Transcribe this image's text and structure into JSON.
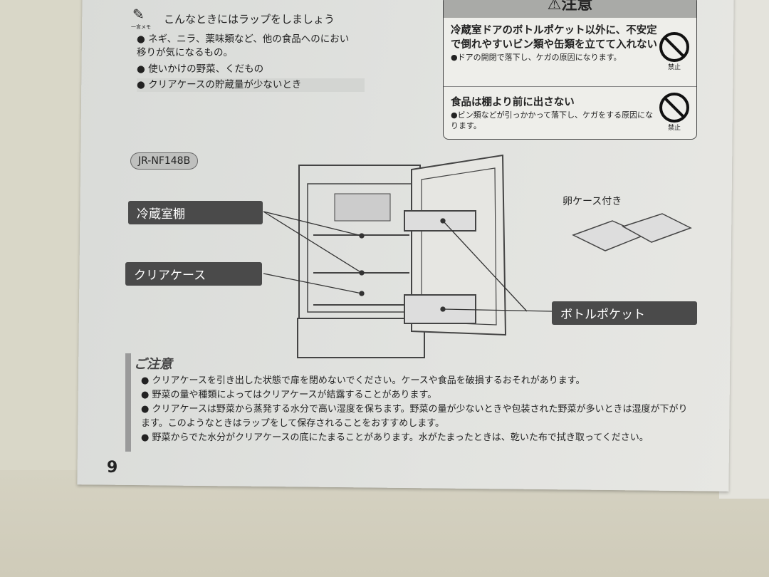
{
  "memo": {
    "caption": "一言メモ",
    "title": "こんなときにはラップをしましょう",
    "items": [
      "ネギ、ニラ、薬味類など、他の食品へのにおい移りが気になるもの。",
      "使いかけの野菜、くだもの",
      "クリアケースの貯蔵量が少ないとき"
    ]
  },
  "warning": {
    "header": "注意",
    "items": [
      {
        "title": "冷蔵室ドアのボトルポケット以外に、不安定で倒れやすいビン類や缶類を立てて入れない",
        "detail": "ドアの開閉で落下し、ケガの原因になります。",
        "symbol": "禁止"
      },
      {
        "title": "食品は棚より前に出さない",
        "detail": "ビン類などが引っかかって落下し、ケガをする原因になります。",
        "symbol": "禁止"
      }
    ]
  },
  "diagram": {
    "model": "JR-NF148B",
    "labels": {
      "shelf": "冷蔵室棚",
      "case": "クリアケース",
      "bottle": "ボトルポケット",
      "egg": "卵ケース付き"
    }
  },
  "caution": {
    "title": "ご注意",
    "items": [
      "クリアケースを引き出した状態で扉を閉めないでください。ケースや食品を破損するおそれがあります。",
      "野菜の量や種類によってはクリアケースが結露することがあります。",
      "クリアケースは野菜から蒸発する水分で高い湿度を保ちます。野菜の量が少ないときや包装された野菜が多いときは湿度が下がります。このようなときはラップをして保存されることをおすすめします。",
      "野菜からでた水分がクリアケースの底にたまることがあります。水がたまったときは、乾いた布で拭き取ってください。"
    ]
  },
  "page_number": "9"
}
